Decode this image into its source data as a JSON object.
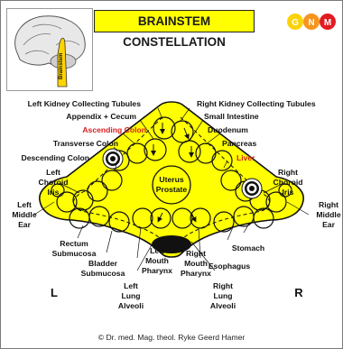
{
  "header": {
    "title": "BRAINSTEM CONSTELLATION",
    "logo_letters": [
      "G",
      "N",
      "M"
    ],
    "thumbnail_label": "Brainstem"
  },
  "colors": {
    "accent": "#ffff00",
    "outline": "#111111",
    "highlight_label": "#d61e1e",
    "logo_orange": "#f7941d",
    "logo_red": "#e11b22"
  },
  "labels": {
    "left_kidney": "Left Kidney Collecting Tubules",
    "right_kidney": "Right Kidney Collecting Tubules",
    "appendix": "Appendix + Cecum",
    "small_intestine": "Small Intestine",
    "ascending_colon": "Ascending Colon",
    "duodenum": "Duodenum",
    "transverse_colon": "Transverse Colon",
    "pancreas": "Pancreas",
    "descending_colon": "Descending Colon",
    "liver": "Liver",
    "left_choroid": [
      "Left",
      "Choroid",
      "Iris"
    ],
    "right_choroid": [
      "Right",
      "Choroid",
      "Iris"
    ],
    "left_middle_ear": [
      "Left",
      "Middle",
      "Ear"
    ],
    "right_middle_ear": [
      "Right",
      "Middle",
      "Ear"
    ],
    "uterus": [
      "Uterus",
      "Prostate"
    ],
    "rectum": [
      "Rectum",
      "Submucosa"
    ],
    "bladder": [
      "Bladder",
      "Submucosa"
    ],
    "left_mouth": [
      "Left",
      "Mouth",
      "Pharynx"
    ],
    "right_mouth": [
      "Right",
      "Mouth",
      "Pharynx"
    ],
    "stomach": "Stomach",
    "esophagus": "Esophagus",
    "left_lung": [
      "Left",
      "Lung",
      "Alveoli"
    ],
    "right_lung": [
      "Right",
      "Lung",
      "Alveoli"
    ],
    "side_left": "L",
    "side_right": "R"
  },
  "footer": {
    "copyright": "© Dr. med. Mag. theol. Ryke Geerd Hamer"
  }
}
